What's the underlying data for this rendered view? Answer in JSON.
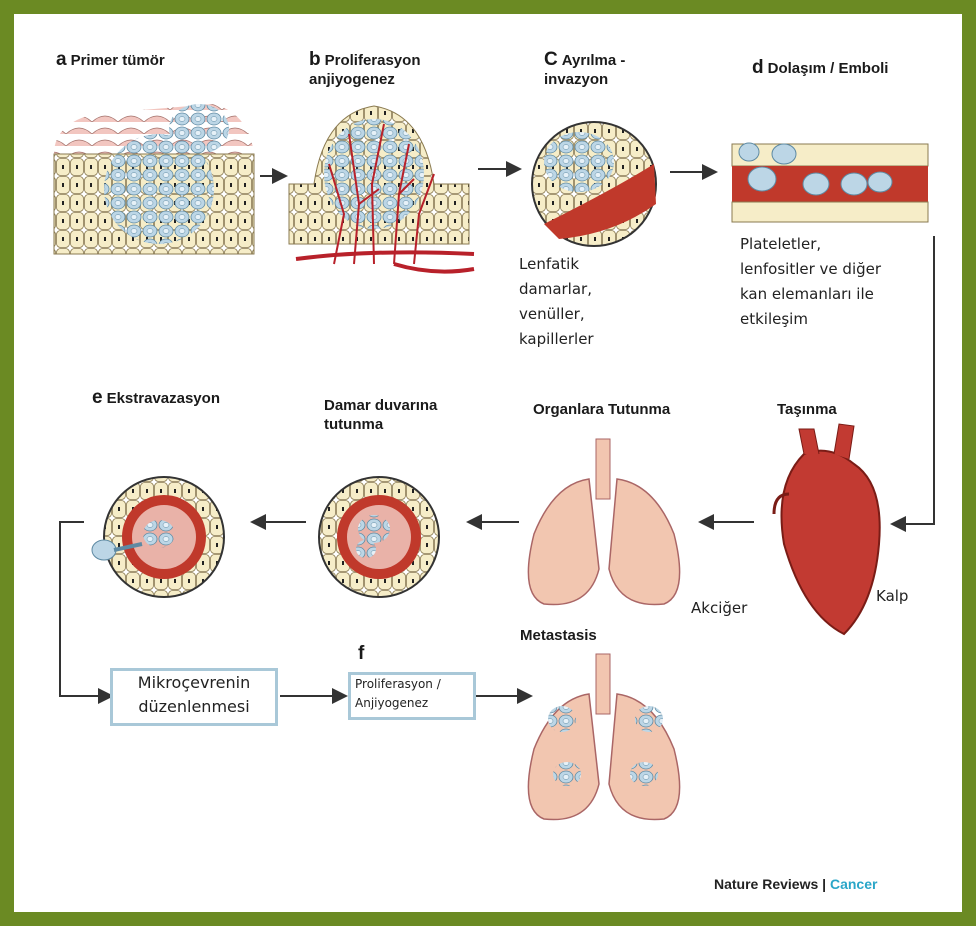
{
  "labels": {
    "a": {
      "letter": "a",
      "text": "Primer tümör"
    },
    "b": {
      "letter": "b",
      "text": "Proliferasyon",
      "text2": "anjiyogenez"
    },
    "c": {
      "letter": "C",
      "text": "Ayrılma -",
      "text2": "invazyon"
    },
    "d": {
      "letter": "d",
      "text": "Dolaşım / Emboli"
    },
    "e": {
      "letter": "e",
      "text": "Ekstravazasyon"
    },
    "f": {
      "letter": "f"
    },
    "damar": {
      "line1": "Damar duvarına",
      "line2": "tutunma"
    },
    "organ": "Organlara Tutunma",
    "tasinma": "Taşınma",
    "metastasis": "Metastasis"
  },
  "notes": {
    "lenfatik": [
      "Lenfatik",
      "damarlar,",
      "venüller,",
      "kapillerler"
    ],
    "plateletler": [
      "Plateletler,",
      "lenfositler ve diğer",
      "kan elemanları ile",
      "etkileşim"
    ],
    "akciger": "Akciğer",
    "kalp": "Kalp"
  },
  "boxes": {
    "mikro": [
      "Mikroçevrenin",
      "düzenlenmesi"
    ],
    "prolif": [
      "Proliferasyon /",
      "Anjiyogenez"
    ]
  },
  "credit": {
    "source": "Nature Reviews | ",
    "journal": "Cancer"
  },
  "colors": {
    "frame": "#6b8a23",
    "cell_fill": "#f6edc8",
    "tumor_cell": "#bcd6e6",
    "vessel": "#c0392b",
    "box_border": "#a9c8d8",
    "lung": "#f2c6b0",
    "accent": "#2aa6c8"
  }
}
